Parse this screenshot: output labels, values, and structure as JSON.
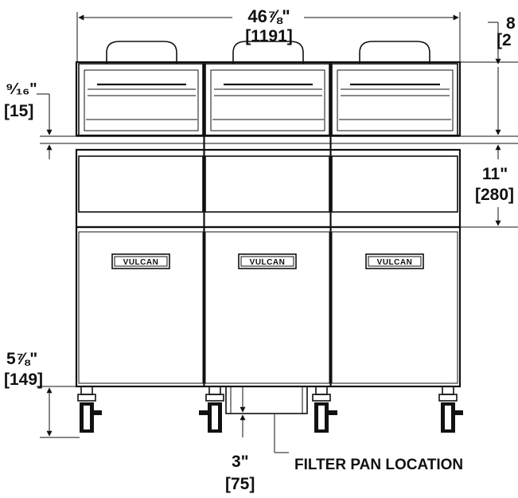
{
  "dimensions": {
    "overall_width": {
      "imperial": "46⅞\"",
      "metric": "[1191]"
    },
    "right_top": {
      "imperial": "8",
      "metric": "[2"
    },
    "left_gap": {
      "imperial": "⁹⁄₁₆\"",
      "metric": "[15]"
    },
    "cabinet_height": {
      "imperial": "11\"",
      "metric": "[280]"
    },
    "leg_height": {
      "imperial": "5⅞\"",
      "metric": "[149]"
    },
    "filter_offset": {
      "imperial": "3\"",
      "metric": "[75]"
    }
  },
  "callouts": {
    "filter_pan": "FILTER PAN LOCATION"
  },
  "badges": [
    "VULCAN",
    "VULCAN",
    "VULCAN"
  ],
  "colors": {
    "line": "#111111",
    "background": "#ffffff"
  }
}
